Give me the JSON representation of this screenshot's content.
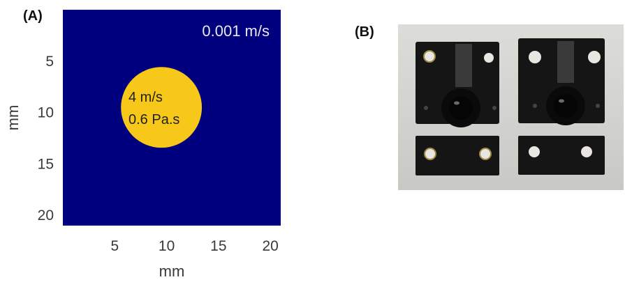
{
  "panel_a": {
    "label": "(A)",
    "chart_data": {
      "type": "heatmap",
      "xlabel": "mm",
      "ylabel": "mm",
      "xlim": [
        0,
        21
      ],
      "ylim": [
        21,
        0
      ],
      "x_ticks": [
        5,
        10,
        15,
        20
      ],
      "y_ticks": [
        5,
        10,
        15,
        20
      ],
      "background_value_label": "0.001 m/s",
      "background_color": "#00007f",
      "inclusion": {
        "shape": "circle",
        "center_mm": [
          9.5,
          9.5
        ],
        "radius_mm": 3.9,
        "color": "#f7c81a",
        "labels": [
          "4 m/s",
          "0.6 Pa.s"
        ]
      }
    }
  },
  "panel_b": {
    "label": "(B)",
    "content": "photograph of two black 3D-printed molds with hemispherical cavities",
    "colors": {
      "background": "#d6d6d2",
      "part": "#141414"
    }
  }
}
